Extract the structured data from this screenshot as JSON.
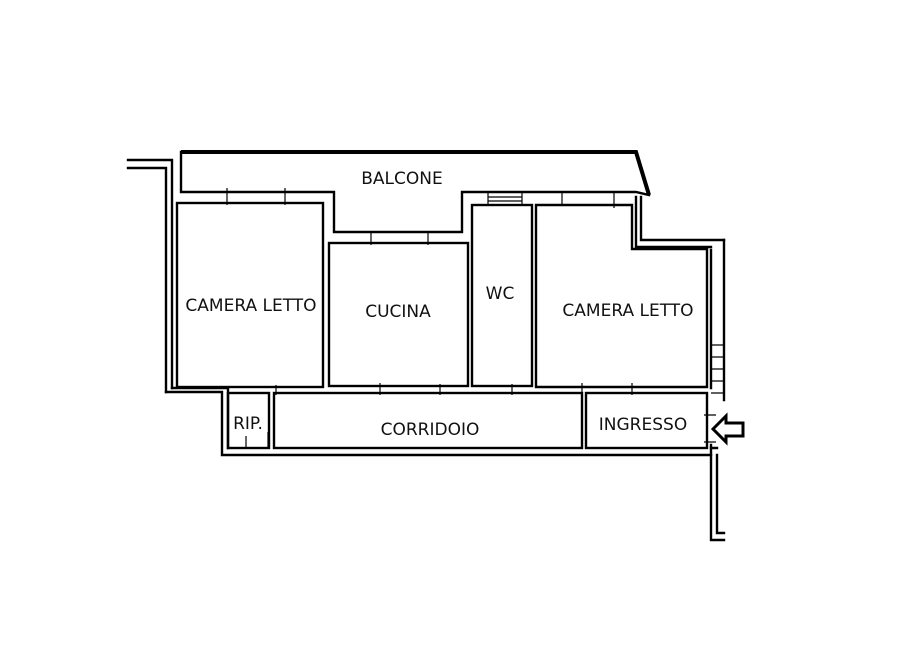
{
  "rooms": {
    "balcone": "BALCONE",
    "camera_letto_left": "CAMERA LETTO",
    "cucina": "CUCINA",
    "wc": "WC",
    "camera_letto_right": "CAMERA LETTO",
    "ripostiglio": "RIP.",
    "corridoio": "CORRIDOIO",
    "ingresso": "INGRESSO"
  },
  "entrance_arrow_icon": "arrow-left-outline-icon",
  "colors": {
    "line": "#000000",
    "background": "#ffffff"
  }
}
